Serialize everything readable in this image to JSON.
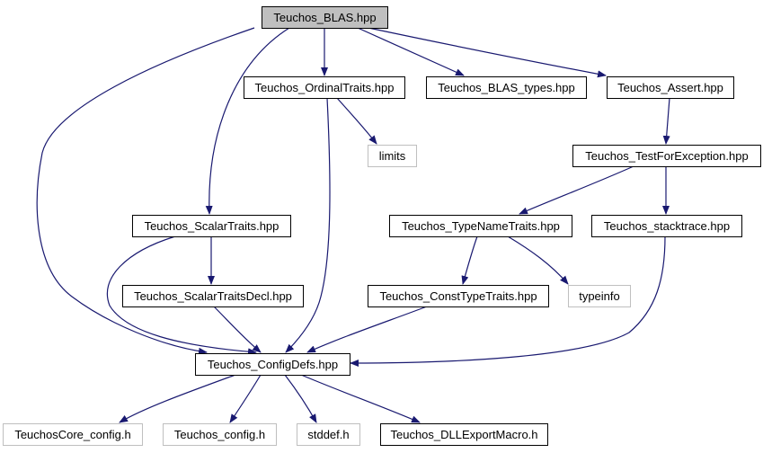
{
  "colors": {
    "edge": "#191970",
    "root_fill": "#bfbfbf",
    "node_fill": "#ffffff",
    "node_border": "#000000",
    "external_border": "#bfbfbf"
  },
  "nodes": [
    {
      "id": "blas",
      "label": "Teuchos_BLAS.hpp",
      "kind": "root"
    },
    {
      "id": "ordinal",
      "label": "Teuchos_OrdinalTraits.hpp",
      "kind": "internal"
    },
    {
      "id": "blastypes",
      "label": "Teuchos_BLAS_types.hpp",
      "kind": "internal"
    },
    {
      "id": "assert",
      "label": "Teuchos_Assert.hpp",
      "kind": "internal"
    },
    {
      "id": "limits",
      "label": "limits",
      "kind": "external"
    },
    {
      "id": "testexc",
      "label": "Teuchos_TestForException.hpp",
      "kind": "internal"
    },
    {
      "id": "scalar",
      "label": "Teuchos_ScalarTraits.hpp",
      "kind": "internal"
    },
    {
      "id": "typename",
      "label": "Teuchos_TypeNameTraits.hpp",
      "kind": "internal"
    },
    {
      "id": "stacktrace",
      "label": "Teuchos_stacktrace.hpp",
      "kind": "internal"
    },
    {
      "id": "scalardecl",
      "label": "Teuchos_ScalarTraitsDecl.hpp",
      "kind": "internal"
    },
    {
      "id": "consttype",
      "label": "Teuchos_ConstTypeTraits.hpp",
      "kind": "internal"
    },
    {
      "id": "typeinfo",
      "label": "typeinfo",
      "kind": "external"
    },
    {
      "id": "configdefs",
      "label": "Teuchos_ConfigDefs.hpp",
      "kind": "internal"
    },
    {
      "id": "coreconfig",
      "label": "TeuchosCore_config.h",
      "kind": "external"
    },
    {
      "id": "config",
      "label": "Teuchos_config.h",
      "kind": "external"
    },
    {
      "id": "stddef",
      "label": "stddef.h",
      "kind": "external"
    },
    {
      "id": "dllexport",
      "label": "Teuchos_DLLExportMacro.h",
      "kind": "internal"
    }
  ],
  "edges": [
    {
      "from": "blas",
      "to": "ordinal"
    },
    {
      "from": "blas",
      "to": "blastypes"
    },
    {
      "from": "blas",
      "to": "assert"
    },
    {
      "from": "blas",
      "to": "scalar"
    },
    {
      "from": "blas",
      "to": "configdefs"
    },
    {
      "from": "ordinal",
      "to": "limits"
    },
    {
      "from": "ordinal",
      "to": "configdefs"
    },
    {
      "from": "assert",
      "to": "testexc"
    },
    {
      "from": "testexc",
      "to": "typename"
    },
    {
      "from": "testexc",
      "to": "stacktrace"
    },
    {
      "from": "scalar",
      "to": "scalardecl"
    },
    {
      "from": "scalar",
      "to": "configdefs"
    },
    {
      "from": "scalardecl",
      "to": "configdefs"
    },
    {
      "from": "typename",
      "to": "consttype"
    },
    {
      "from": "typename",
      "to": "typeinfo"
    },
    {
      "from": "consttype",
      "to": "configdefs"
    },
    {
      "from": "stacktrace",
      "to": "configdefs"
    },
    {
      "from": "configdefs",
      "to": "coreconfig"
    },
    {
      "from": "configdefs",
      "to": "config"
    },
    {
      "from": "configdefs",
      "to": "stddef"
    },
    {
      "from": "configdefs",
      "to": "dllexport"
    }
  ]
}
